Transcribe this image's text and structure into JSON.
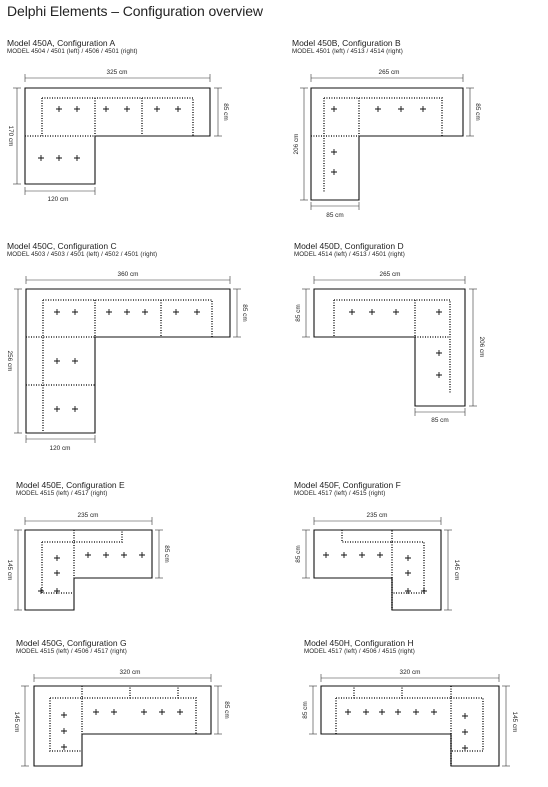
{
  "page": {
    "title": "Delphi Elements – Configuration overview"
  },
  "configurations": [
    {
      "name": "Model 450A, Configuration A",
      "modules": "MODEL 4504 / 4501 (left) / 4506 / 4501 (right)",
      "dims": [
        "325 cm",
        "170 cm",
        "85 cm",
        "120 cm"
      ]
    },
    {
      "name": "Model 450B, Configuration B",
      "modules": "MODEL 4501 (left) / 4513 / 4514 (right)",
      "dims": [
        "265 cm",
        "206 cm",
        "85 cm",
        "85 cm"
      ]
    },
    {
      "name": "Model 450C, Configuration C",
      "modules": "MODEL 4503 / 4503 / 4501 (left) / 4502 / 4501 (right)",
      "dims": [
        "360 cm",
        "256 cm",
        "85 cm",
        "120 cm"
      ]
    },
    {
      "name": "Model 450D, Configuration D",
      "modules": "MODEL 4514 (left) / 4513 / 4501 (right)",
      "dims": [
        "265 cm",
        "85 cm",
        "206 cm",
        "85 cm"
      ]
    },
    {
      "name": "Model 450E, Configuration E",
      "modules": "MODEL 4515 (left) / 4517 (right)",
      "dims": [
        "235 cm",
        "145 cm",
        "85 cm"
      ]
    },
    {
      "name": "Model 450F, Configuration F",
      "modules": "MODEL 4517 (left) / 4515 (right)",
      "dims": [
        "235 cm",
        "85 cm",
        "145 cm"
      ]
    },
    {
      "name": "Model 450G, Configuration G",
      "modules": "MODEL 4515 (left) / 4506 / 4517 (right)",
      "dims": [
        "320 cm",
        "145 cm",
        "85 cm"
      ]
    },
    {
      "name": "Model 450H, Configuration H",
      "modules": "MODEL 4517 (left) / 4506 / 4515 (right)",
      "dims": [
        "320 cm",
        "85 cm",
        "145 cm"
      ]
    }
  ]
}
